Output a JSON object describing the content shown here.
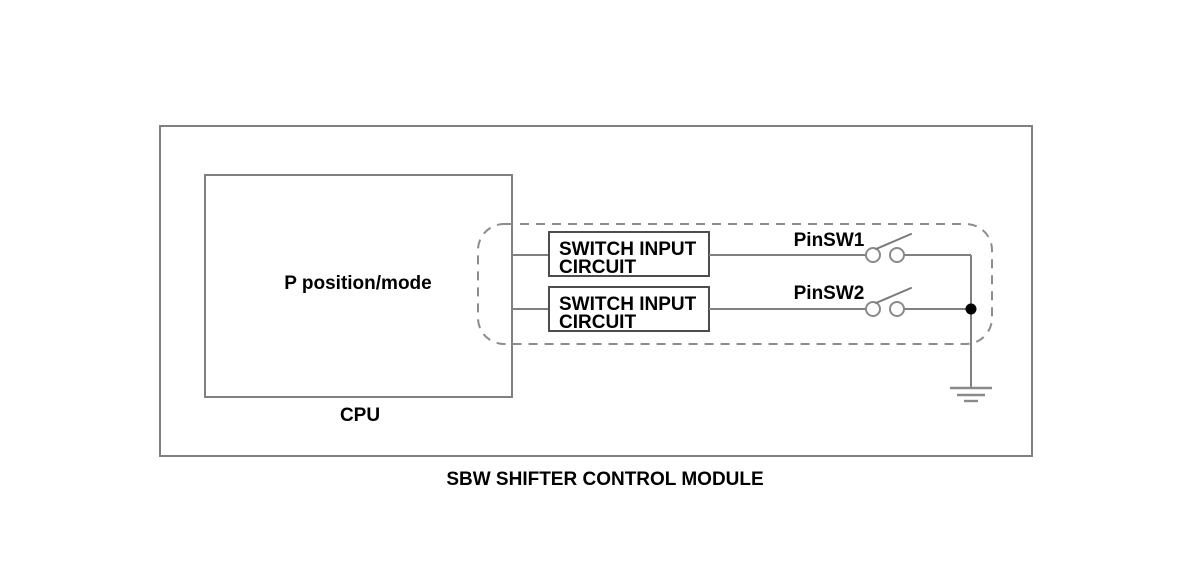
{
  "diagram": {
    "caption": "SBW SHIFTER CONTROL MODULE",
    "cpu": {
      "label": "CPU",
      "internal_label": "P position/mode"
    },
    "switch_circuits": [
      {
        "line1": "SWITCH INPUT",
        "line2": "CIRCUIT"
      },
      {
        "line1": "SWITCH INPUT",
        "line2": "CIRCUIT"
      }
    ],
    "pins": [
      {
        "label": "PinSW1"
      },
      {
        "label": "PinSW2"
      }
    ],
    "ground": {
      "label": ""
    },
    "colors": {
      "line": "#808080",
      "box_border": "#4d4d4d",
      "dashed_border": "#8c8c8c",
      "text": "#000000",
      "background": "#ffffff",
      "junction": "#000000"
    }
  }
}
